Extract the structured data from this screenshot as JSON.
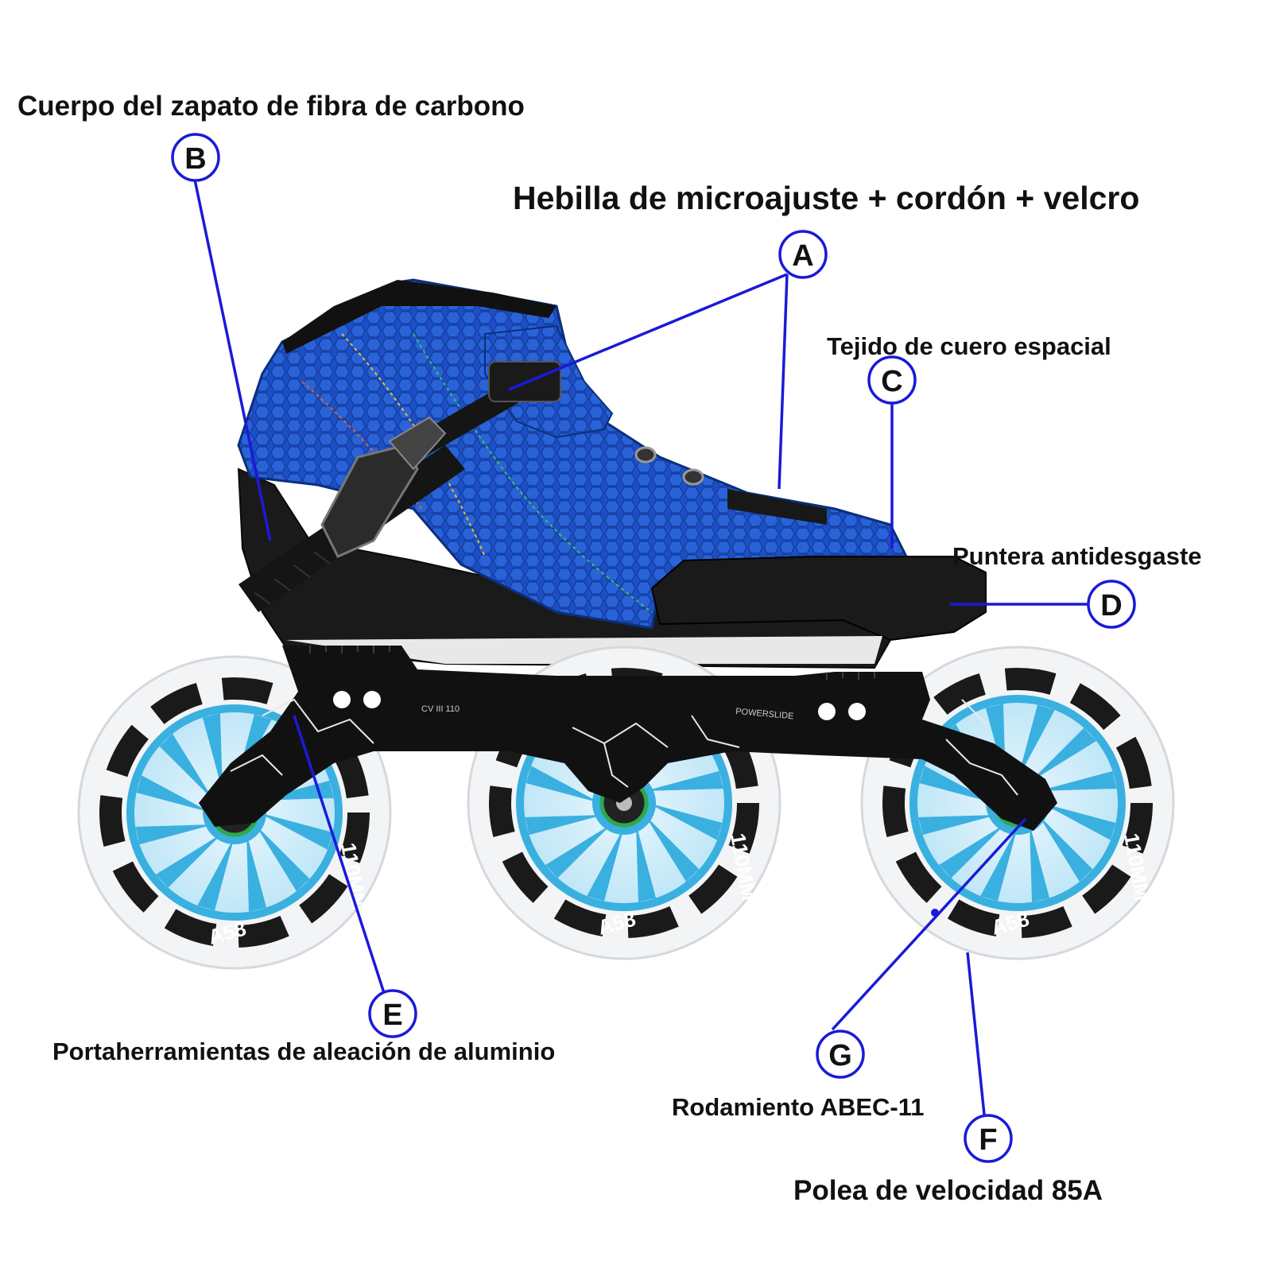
{
  "labels": {
    "A": {
      "letter": "A",
      "text": "Hebilla de microajuste + cordón + velcro"
    },
    "B": {
      "letter": "B",
      "text": "Cuerpo del zapato de fibra de carbono"
    },
    "C": {
      "letter": "C",
      "text": "Tejido de cuero espacial"
    },
    "D": {
      "letter": "D",
      "text": "Puntera antidesgaste"
    },
    "E": {
      "letter": "E",
      "text": "Portaherramientas de aleación de aluminio"
    },
    "F": {
      "letter": "F",
      "text": "Polea de velocidad 85A"
    },
    "G": {
      "letter": "G",
      "text": "Rodamiento ABEC-11"
    }
  },
  "wheel_text": {
    "size": "110MM",
    "hardness": "A58"
  },
  "frame_text": {
    "brand": "POWERSLIDE",
    "model": "CV III 110"
  },
  "colors": {
    "boot": "#1d4fc4",
    "leader": "#1a1ad8",
    "wheel_hub": "#3ab0e0",
    "frame": "#111111",
    "toe_cap": "#1a1a1a",
    "wheel": "#f2f4f6"
  }
}
